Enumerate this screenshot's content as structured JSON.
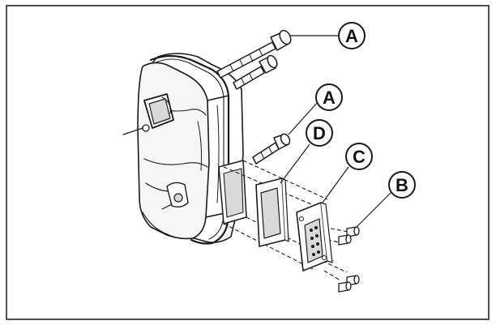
{
  "callouts": {
    "a_upper": "A",
    "a_lower": "A",
    "b": "B",
    "c": "C",
    "d": "D"
  },
  "colors": {
    "line": "#1a1a1a",
    "shade": "#d9d9d9",
    "fill": "#ffffff",
    "frame": "#222222"
  }
}
